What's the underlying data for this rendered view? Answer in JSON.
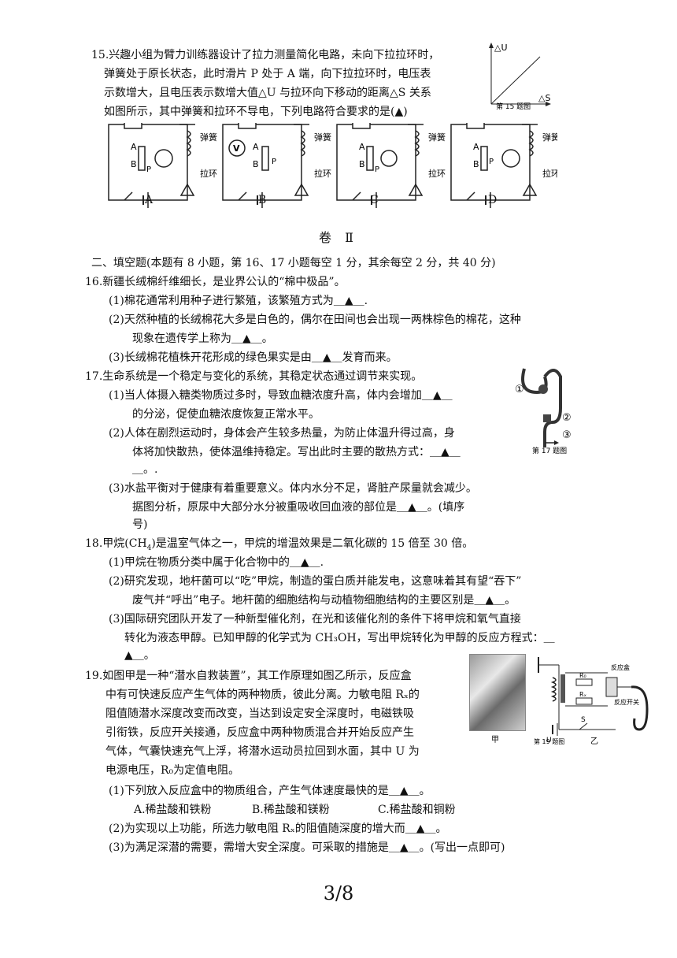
{
  "q15": {
    "lines": [
      "15.兴趣小组为臂力训练器设计了拉力测量简化电路，未向下拉拉环时，",
      "弹簧处于原长状态，此时滑片 P 处于 A 端，向下拉拉环时，电压表",
      "示数增大，且电压表示数增大值△U 与拉环向下移动的距离△S 关系",
      "如图所示，其中弹簧和拉环不导电，下列电路符合要求的是(▲)"
    ],
    "graph": {
      "y_label": "△U",
      "x_label": "△S",
      "caption": "第 15 题图"
    },
    "options": [
      "A",
      "B",
      "C",
      "D"
    ],
    "circuit_labels": {
      "spring": "弹簧",
      "ring": "拉环",
      "a": "A",
      "b": "B",
      "p": "P",
      "v": "V"
    }
  },
  "section2": {
    "title": "卷 Ⅱ",
    "heading": "二、填空题(本题有 8 小题，第 16、17 小题每空 1 分，其余每空 2 分，共 40 分)"
  },
  "q16": {
    "stem": "16.新疆长绒棉纤维细长，是业界公认的“棉中极品”。",
    "lines": [
      "(1)棉花通常利用种子进行繁殖，该繁殖方式为＿▲＿.",
      "(2)天然种植的长绒棉花大多是白色的，偶尔在田间也会出现一两株棕色的棉花，这种",
      "现象在遗传学上称为＿▲＿。",
      "(3)长绒棉花植株开花形成的绿色果实是由＿▲＿发育而来。"
    ]
  },
  "q17": {
    "stem": "17.生命系统是一个稳定与变化的系统，其稳定状态通过调节来实现。",
    "lines": [
      "(1)当人体摄入糖类物质过多时，导致血糖浓度升高，体内会增加＿▲＿",
      "的分泌，促使血糖浓度恢复正常水平。",
      "(2)人体在剧烈运动时，身体会产生较多热量，为防止体温升得过高，身",
      "体将加快散热，使体温维持稳定。写出此时主要的散热方式：＿▲＿",
      "＿。.",
      "(3)水盐平衡对于健康有着重要意义。体内水分不足，肾脏产尿量就会减少。",
      "据图分析，原尿中大部分水分被重吸收回血液的部位是＿▲＿。(填序",
      "号)"
    ],
    "figure": {
      "caption": "第 17 题图",
      "n1": "①",
      "n2": "②",
      "n3": "③"
    }
  },
  "q18": {
    "stem_pre": "18.甲烷(CH",
    "stem_sub": "4",
    "stem_post": ")是温室气体之一，甲烷的增温效果是二氧化碳的 15 倍至 30 倍。",
    "lines": [
      "(1)甲烷在物质分类中属于化合物中的＿▲＿.",
      "(2)研究发现，地杆菌可以“吃”甲烷，制造的蛋白质并能发电，这意味着其有望“吞下”",
      "废气并“呼出”电子。地杆菌的细胞结构与动植物细胞结构的主要区别是＿▲＿。",
      "(3)国际研究团队开发了一种新型催化剂，在光和该催化剂的条件下将甲烷和氧气直接",
      "转化为液态甲醇。已知甲醇的化学式为 CH₃OH，写出甲烷转化为甲醇的反应方程式：＿",
      "▲＿。"
    ]
  },
  "q19": {
    "lines": [
      "19.如图甲是一种“潜水自救装置”，其工作原理如图乙所示，反应盒",
      "中有可快速反应产生气体的两种物质，彼此分离。力敏电阻 Rₓ的",
      "阻值随潜水深度改变而改变，当达到设定安全深度时，电磁铁吸",
      "引衔铁，反应开关接通，反应盒中两种物质混合并开始反应产生",
      "气体，气囊快速充气上浮，将潜水运动员拉回到水面，其中 U 为",
      "电源电压，R₀为定值电阻。"
    ],
    "sub": [
      "(1)下列放入反应盒中的物质组合，产生气体速度最快的是＿▲＿。",
      "A.稀盐酸和铁粉",
      "B.稀盐酸和镁粉",
      "C.稀盐酸和铜粉",
      "(2)为实现以上功能，所选力敏电阻 Rₓ的阻值随深度的增大而＿▲＿。",
      "(3)为满足深潜的需要，需增大安全深度。可采取的措施是＿▲＿。(写出一点即可)"
    ],
    "figure": {
      "jia": "甲",
      "yi": "乙",
      "caption": "第 19 题图",
      "box": "反应盒",
      "switch": "反应开关",
      "r0": "R₀",
      "rx": "Rₓ",
      "u": "U",
      "s": "S"
    }
  },
  "footer": {
    "small": "3",
    "big": "3/8"
  }
}
